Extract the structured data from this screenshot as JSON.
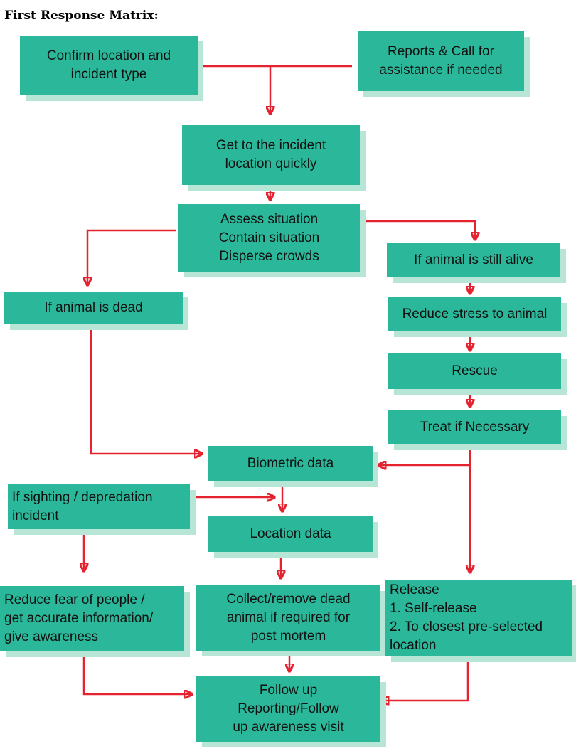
{
  "title": "First Response Matrix:",
  "nodes": {
    "confirm": [
      "Confirm location and",
      "incident type"
    ],
    "reports": [
      "Reports &  Call for",
      "assistance if needed"
    ],
    "get_to": [
      "Get to the incident",
      "location quickly"
    ],
    "assess": [
      "Assess situation",
      "Contain situation",
      "Disperse crowds"
    ],
    "alive": [
      "If animal is still alive"
    ],
    "dead": [
      "If animal is dead"
    ],
    "reduce_stress": [
      "Reduce stress to animal"
    ],
    "rescue": [
      "Rescue"
    ],
    "treat": [
      "Treat if Necessary"
    ],
    "biometric": [
      "Biometric data"
    ],
    "sighting": [
      "If sighting / depredation",
      "incident"
    ],
    "location": [
      "Location data"
    ],
    "reduce_fear": [
      "Reduce fear of people /",
      "get accurate information/",
      "give awareness"
    ],
    "collect": [
      "Collect/remove dead",
      "animal if required for",
      "post mortem"
    ],
    "release": [
      "Release",
      "1. Self-release",
      "2. To closest pre-selected",
      "location"
    ],
    "follow_up": [
      "Follow up",
      "Reporting/Follow",
      "up awareness visit"
    ]
  },
  "colors": {
    "box_fill": "#2bb89a",
    "box_shadow": "#b7e6d6",
    "connector": "#e52330"
  }
}
